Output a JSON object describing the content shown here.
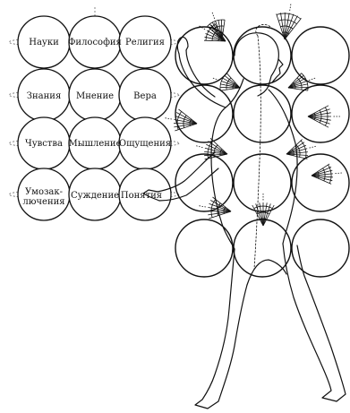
{
  "concept_grid": {
    "rows": [
      [
        "Науки",
        "Философия",
        "Религия"
      ],
      [
        "Знания",
        "Мнение",
        "Вера"
      ],
      [
        "Чувства",
        "Мышление",
        "Ощущения"
      ],
      [
        "Умозак-\nлючения",
        "Суждение",
        "Понятия"
      ]
    ]
  },
  "colors": {
    "stroke": "#111111",
    "guide_dash": "#555555",
    "background": "#ffffff"
  }
}
